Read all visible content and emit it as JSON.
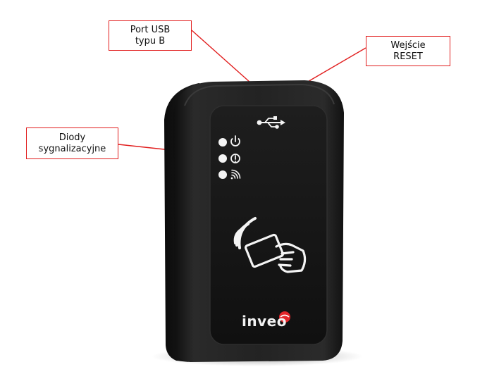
{
  "callouts": {
    "usb_port": {
      "line1": "Port USB",
      "line2": "typu B"
    },
    "reset": {
      "line1": "Wejście",
      "line2": "RESET"
    },
    "leds": {
      "line1": "Diody",
      "line2": "sygnalizacyjne"
    }
  },
  "device": {
    "brand": "inveo",
    "icons": [
      "usb-icon",
      "power-icon",
      "alert-icon",
      "wireless-icon",
      "rfid-card-hand-icon",
      "brand-dot-icon"
    ]
  },
  "colors": {
    "callout_border": "#e11d1d",
    "leader_line": "#e11d1d",
    "device_body": "#1c1c1c",
    "device_panel": "#141414",
    "brand_dot": "#e3262a",
    "icon_white": "#f4f4f4"
  }
}
